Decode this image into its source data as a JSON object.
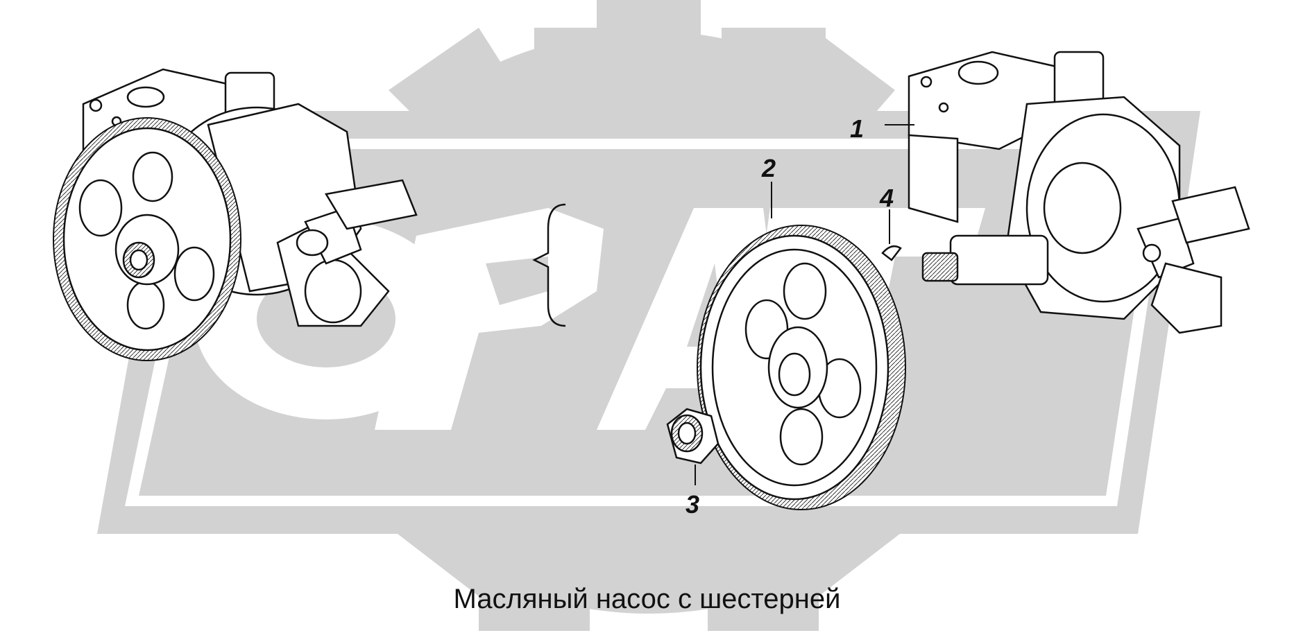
{
  "diagram": {
    "caption": "Масляный насос с шестерней",
    "watermark": {
      "text": "ОРАТ",
      "color": "#d2d2d2",
      "shape": "gear-emblem"
    },
    "parts": [
      {
        "label": "1",
        "part": "oil-pump-housing"
      },
      {
        "label": "2",
        "part": "drive-gear"
      },
      {
        "label": "3",
        "part": "nut"
      },
      {
        "label": "4",
        "part": "segment-key"
      }
    ],
    "colors": {
      "ink": "#111111",
      "watermark": "#d2d2d2",
      "background": "#ffffff"
    }
  }
}
